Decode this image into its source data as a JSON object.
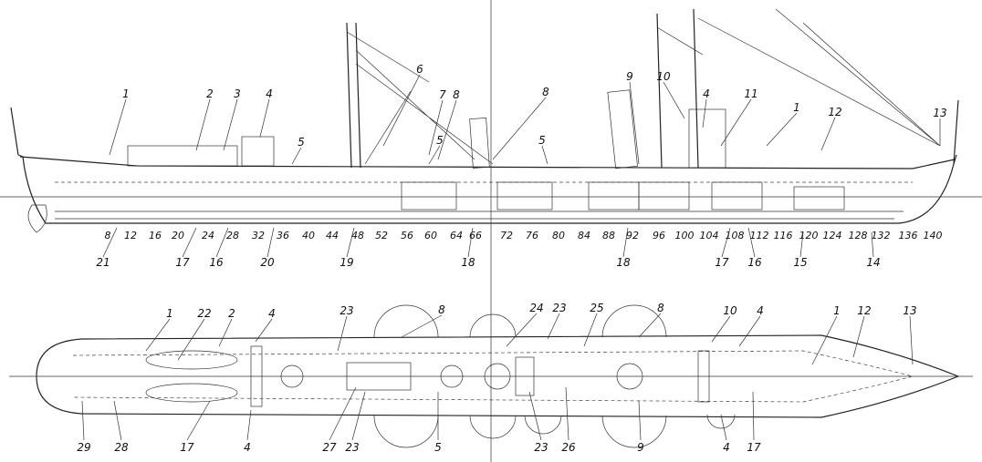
{
  "side_view": {
    "callouts_top": [
      "1",
      "2",
      "3",
      "4",
      "5",
      "6",
      "7",
      "8",
      "5",
      "8",
      "5",
      "9",
      "10",
      "4",
      "11",
      "1",
      "12",
      "13"
    ],
    "frame_numbers": [
      "8",
      "12",
      "16",
      "20",
      "24",
      "28",
      "32",
      "36",
      "40",
      "44",
      "48",
      "52",
      "56",
      "60",
      "64",
      "66",
      "72",
      "76",
      "80",
      "84",
      "88",
      "92",
      "96",
      "100",
      "104",
      "108",
      "112",
      "116",
      "120",
      "124",
      "128",
      "132",
      "136",
      "140"
    ],
    "callouts_bottom": [
      "21",
      "17",
      "16",
      "20",
      "19",
      "18",
      "18",
      "17",
      "16",
      "15",
      "14"
    ]
  },
  "plan_view": {
    "callouts_top": [
      "1",
      "22",
      "2",
      "4",
      "23",
      "8",
      "24",
      "23",
      "25",
      "8",
      "10",
      "4",
      "1",
      "12",
      "13"
    ],
    "callouts_bottom": [
      "29",
      "28",
      "17",
      "4",
      "27",
      "23",
      "5",
      "23",
      "26",
      "9",
      "4",
      "17"
    ]
  }
}
